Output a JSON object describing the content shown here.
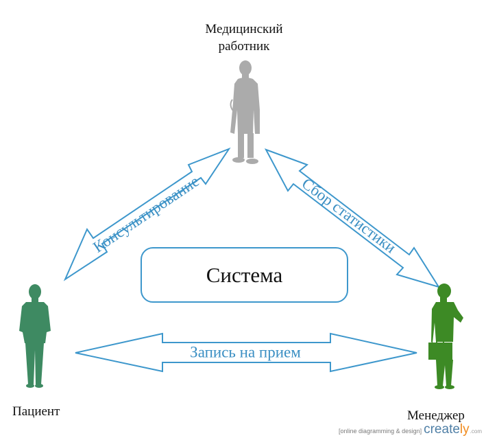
{
  "actors": {
    "doctor": {
      "label": "Медицинский работник",
      "color": "#ababab",
      "icon": "doctor-icon"
    },
    "patient": {
      "label": "Пациент",
      "color": "#3e8a62",
      "icon": "person-icon"
    },
    "manager": {
      "label": "Менеджер",
      "color": "#3d8a25",
      "icon": "businessman-icon"
    }
  },
  "system": {
    "label": "Система"
  },
  "arrows": {
    "consultation": {
      "label": "Консультирование",
      "direction": "bidirectional"
    },
    "statistics": {
      "label": "Сбор статистики",
      "direction": "bidirectional"
    },
    "appointment": {
      "label": "Запись на прием",
      "direction": "bidirectional"
    }
  },
  "colors": {
    "arrow_stroke": "#3d97cc",
    "arrow_text": "#3b8fc3"
  },
  "watermark": {
    "tag": "[online diagramming & design]",
    "brand_main": "create",
    "brand_accent": "ly",
    "suffix": ".com"
  }
}
